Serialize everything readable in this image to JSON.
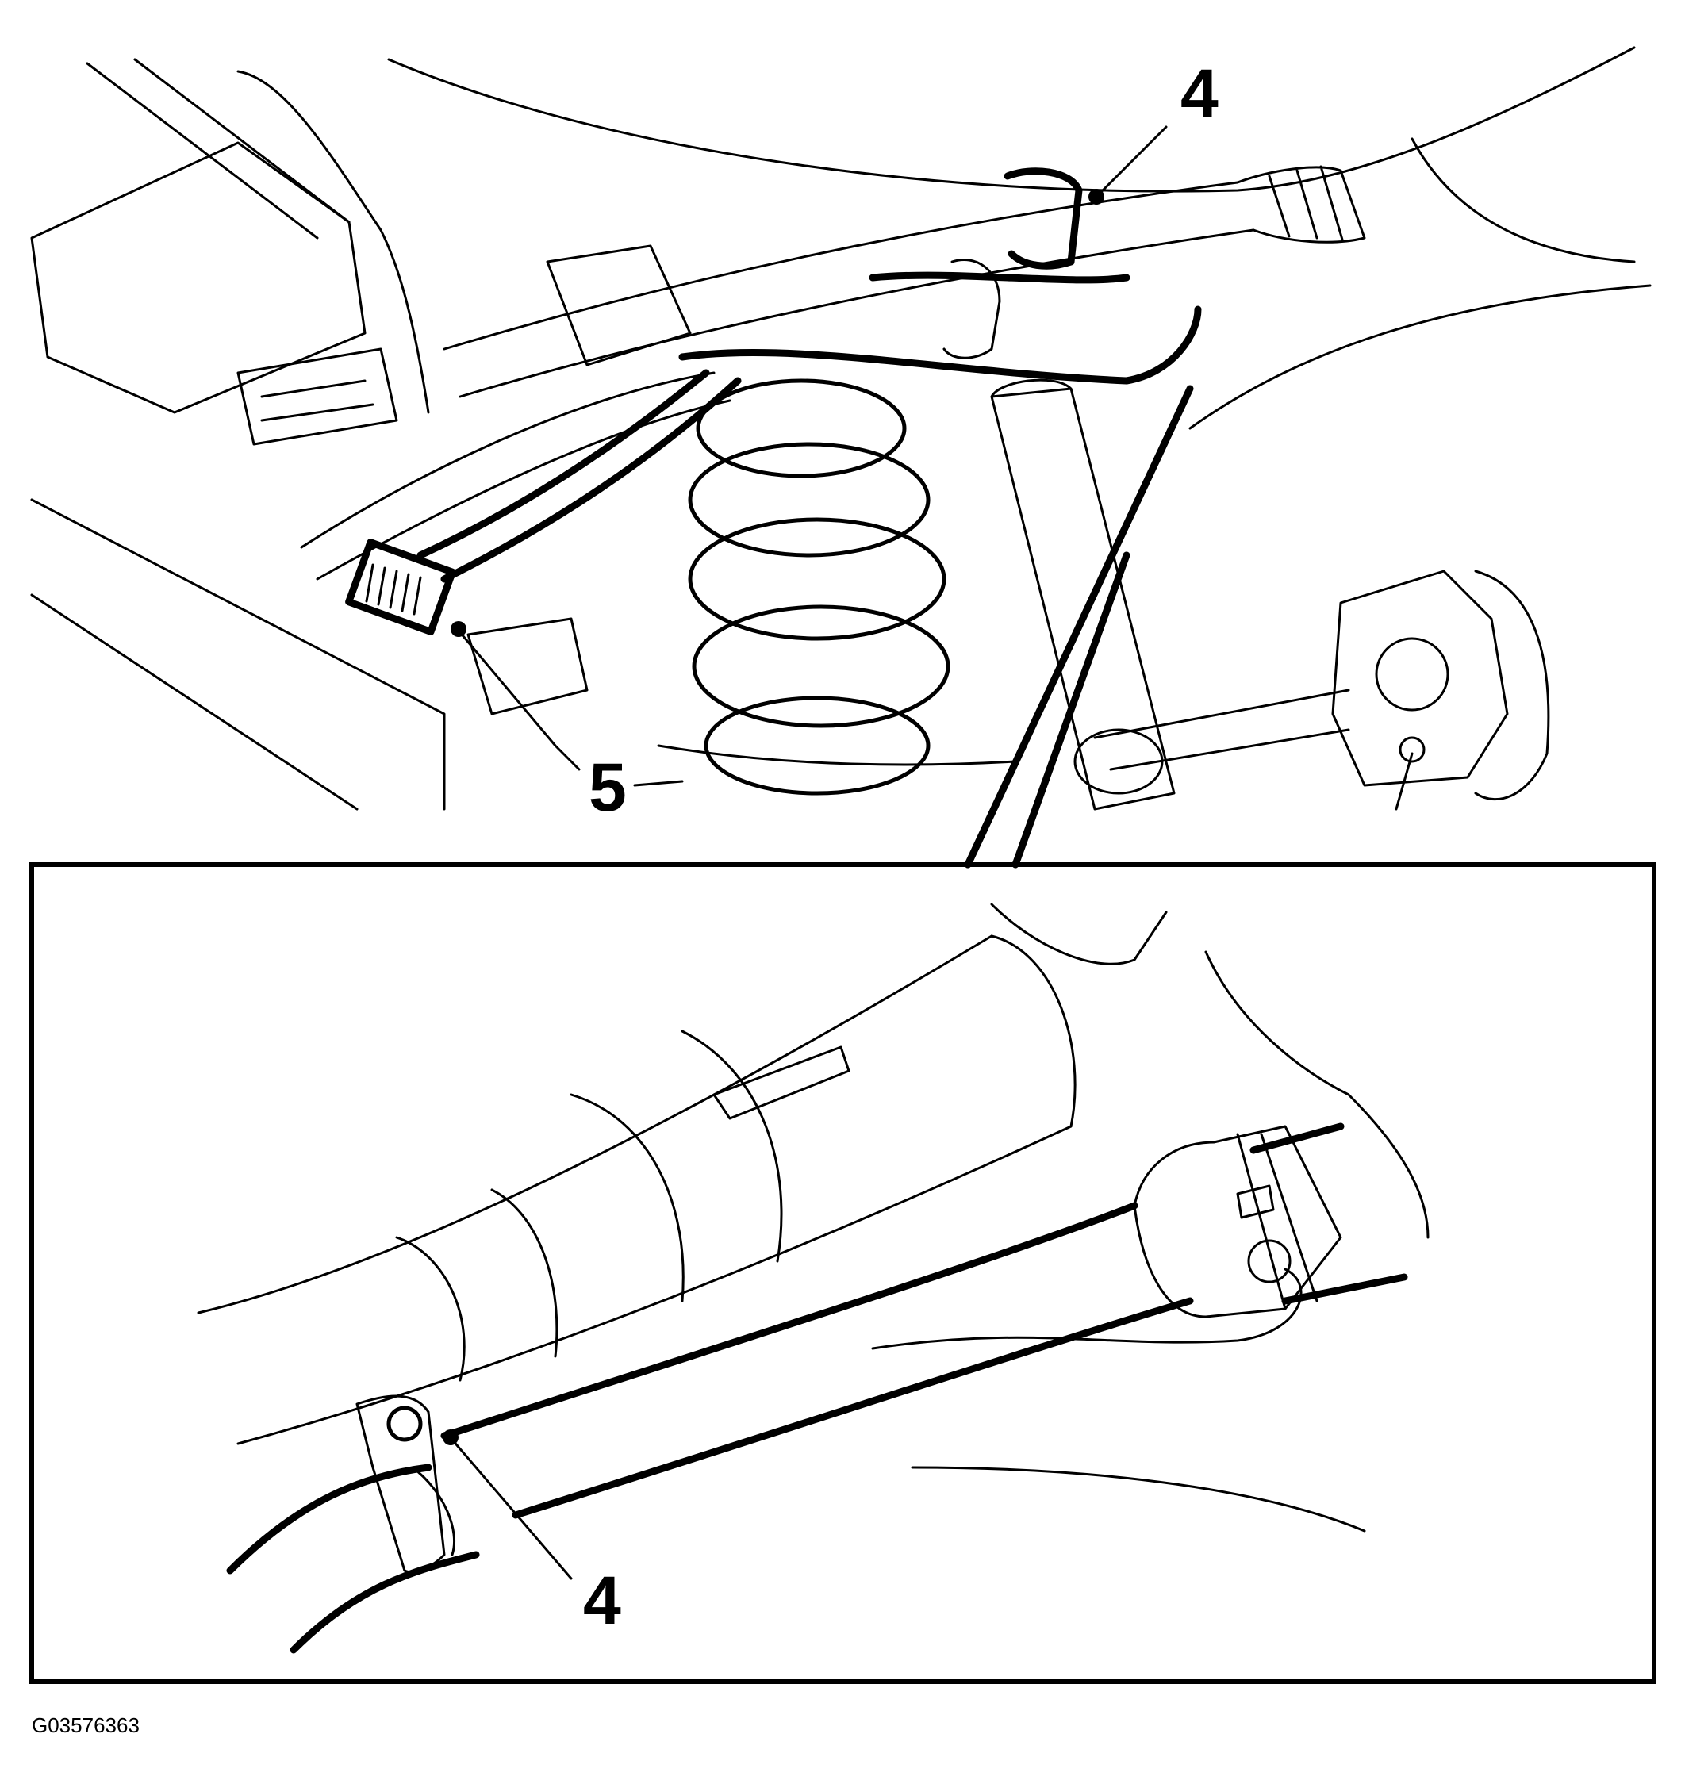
{
  "figure_id": "G03576363",
  "callouts": {
    "top_clamp": "4",
    "top_cable_tie": "5",
    "inset_clamp": "4"
  }
}
